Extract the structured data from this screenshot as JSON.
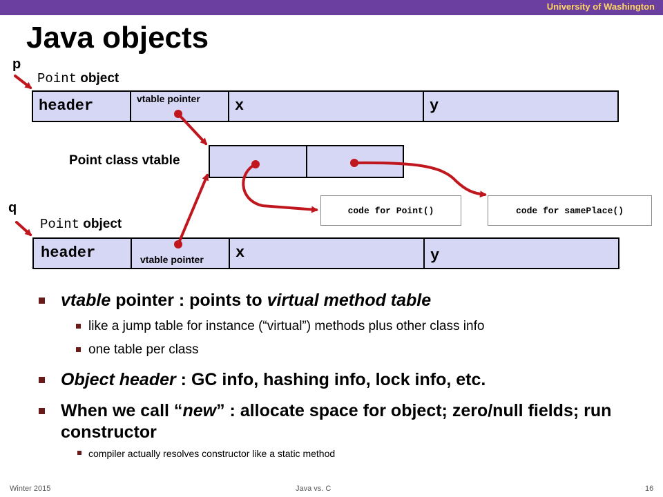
{
  "header": {
    "institution": "University of Washington"
  },
  "slide": {
    "title": "Java objects"
  },
  "diagram": {
    "p_label": "p",
    "q_label": "q",
    "point_object_mono": "Point",
    "point_object_word": "object",
    "header_label": "header",
    "vtable_pointer_label": "vtable pointer",
    "x_label": "x",
    "y_label": "y",
    "vtable_label": "Point class vtable",
    "code_point": "code for Point()",
    "code_sameplace": "code for samePlace()",
    "arrow_color": "#c0161d",
    "field_color": "#d6d6f5"
  },
  "bullets": [
    {
      "pre": "",
      "em": "vtable",
      "post": " pointer : points to ",
      "em2": "virtual method table",
      "post2": ""
    },
    {
      "text": "like a jump table for instance (“virtual”) methods plus other class info"
    },
    {
      "text": "one table per class"
    },
    {
      "pre": "",
      "em": "Object header",
      "post": " : GC info, hashing info, lock info, etc.",
      "em2": "",
      "post2": ""
    },
    {
      "pre": "When we call “",
      "em": "new",
      "post": "” : allocate space for object; zero/null fields; run constructor",
      "em2": "",
      "post2": ""
    },
    {
      "text": "compiler actually resolves constructor like a static method"
    }
  ],
  "footer": {
    "left": "Winter 2015",
    "center": "Java vs. C",
    "page": "16"
  }
}
